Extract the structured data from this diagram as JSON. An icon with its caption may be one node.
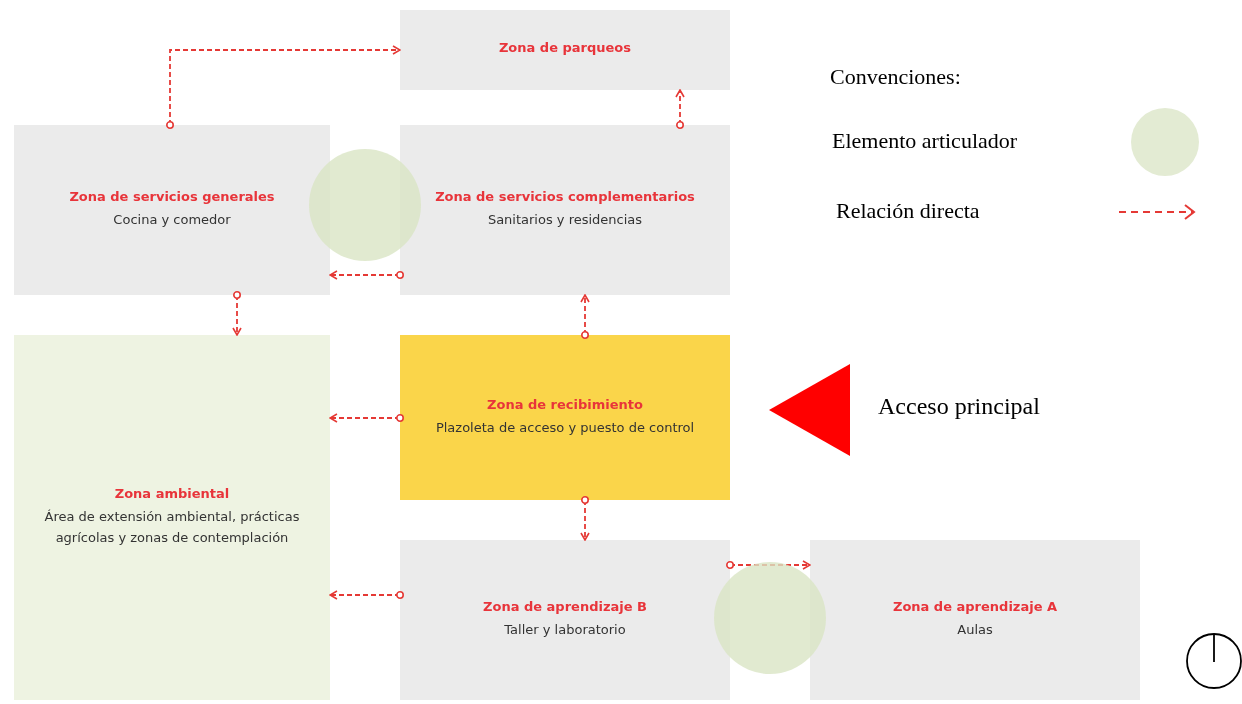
{
  "diagram": {
    "nodes": [
      {
        "text": [
          "Zona de parqueos"
        ]
      },
      {
        "text": [
          "Zona de servicios generales",
          "Cocina y comedor"
        ]
      },
      {
        "text": [
          "Zona de servicios complementarios",
          "Sanitarios y residencias"
        ]
      },
      {
        "text": [
          "Zona de recibimiento",
          "Plazoleta de acceso y puesto de control"
        ]
      },
      {
        "text": [
          "Zona ambiental",
          "Área de extensión ambiental, prácticas agrícolas y zonas de contemplación"
        ]
      },
      {
        "text": [
          "Zona de aprendizaje B",
          "Taller y laboratorio"
        ]
      },
      {
        "text": [
          "Zona de aprendizaje A",
          "Aulas"
        ]
      },
      {
        "text": [],
        "shape": "circle"
      },
      {
        "text": [],
        "shape": "circle"
      }
    ],
    "edges": [
      {
        "from": 1,
        "to": 0,
        "arrow": "to",
        "style": "dashed"
      },
      {
        "from": 2,
        "to": 0,
        "arrow": "to",
        "style": "dashed"
      },
      {
        "from": 2,
        "to": 1,
        "arrow": "to",
        "style": "dashed"
      },
      {
        "from": 1,
        "to": 4,
        "arrow": "to",
        "style": "dashed"
      },
      {
        "from": 3,
        "to": 2,
        "arrow": "to",
        "style": "dashed"
      },
      {
        "from": 3,
        "to": 4,
        "arrow": "to",
        "style": "dashed"
      },
      {
        "from": 3,
        "to": 5,
        "arrow": "to",
        "style": "dashed"
      },
      {
        "from": 5,
        "to": 4,
        "arrow": "to",
        "style": "dashed"
      },
      {
        "from": 5,
        "to": 6,
        "arrow": "to",
        "style": "dashed"
      }
    ],
    "labels": [
      "Convenciones:",
      "Acceso principal"
    ],
    "legend": [
      {
        "text": "Elemento articulador",
        "color": "#e3ebd3"
      },
      {
        "text": "Relación directa"
      }
    ]
  }
}
